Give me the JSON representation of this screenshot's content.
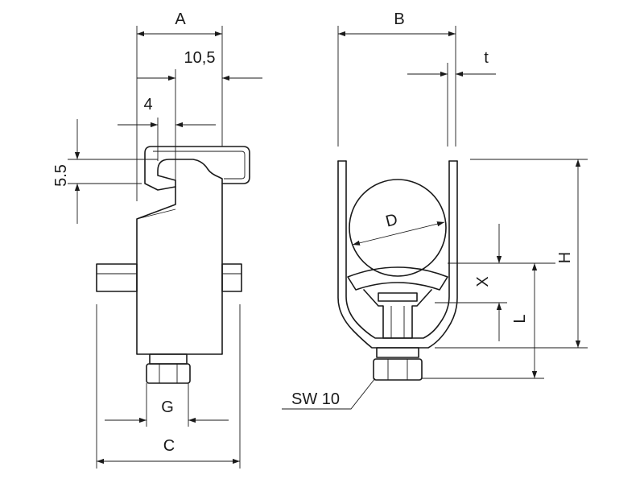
{
  "labels": {
    "A": "A",
    "B": "B",
    "t": "t",
    "ten_five": "10,5",
    "four": "4",
    "five_five": "5.5",
    "H": "H",
    "X": "X",
    "L": "L",
    "D": "D",
    "G": "G",
    "C": "C",
    "SW": "SW 10"
  }
}
